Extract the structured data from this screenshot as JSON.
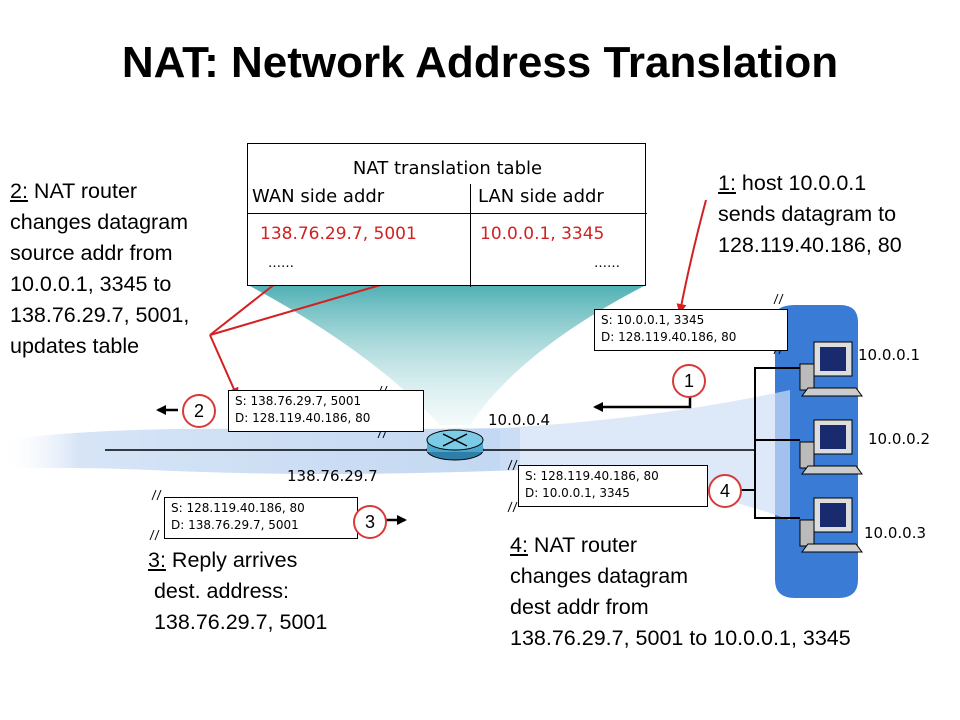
{
  "title": "NAT: Network Address Translation",
  "nat_table": {
    "title": "NAT translation table",
    "wan_header": "WAN side addr",
    "lan_header": "LAN side addr",
    "wan_value": "138.76.29.7, 5001",
    "lan_value": "10.0.0.1, 3345",
    "wan_more": "……",
    "lan_more": "……"
  },
  "notes": {
    "step1": {
      "num": "1:",
      "text": " host 10.0.0.1\nsends datagram to\n128.119.40.186, 80"
    },
    "step2": {
      "num": "2:",
      "text": " NAT router\nchanges datagram\nsource addr from\n10.0.0.1, 3345 to\n138.76.29.7, 5001,\nupdates table"
    },
    "step3": {
      "num": "3:",
      "text": " Reply arrives\n dest. address:\n 138.76.29.7, 5001"
    },
    "step4": {
      "num": "4:",
      "text": " NAT router\nchanges datagram\ndest addr from\n138.76.29.7, 5001 to 10.0.0.1, 3345"
    }
  },
  "packets": {
    "p1": {
      "src": "S: 10.0.0.1, 3345",
      "dst": "D: 128.119.40.186, 80"
    },
    "p2": {
      "src": "S: 138.76.29.7, 5001",
      "dst": "D: 128.119.40.186, 80"
    },
    "p3": {
      "src": "S: 128.119.40.186, 80",
      "dst": "D: 138.76.29.7, 5001"
    },
    "p4": {
      "src": "S: 128.119.40.186, 80",
      "dst": "D: 10.0.0.1, 3345"
    }
  },
  "badges": {
    "b1": "1",
    "b2": "2",
    "b3": "3",
    "b4": "4"
  },
  "addresses": {
    "router_lan": "10.0.0.4",
    "router_wan": "138.76.29.7",
    "host1": "10.0.0.1",
    "host2": "10.0.0.2",
    "host3": "10.0.0.3"
  },
  "colors": {
    "highlight": "#d32020",
    "lan_cloud": "#3a7bd5",
    "badge_border": "#d83a3a"
  }
}
